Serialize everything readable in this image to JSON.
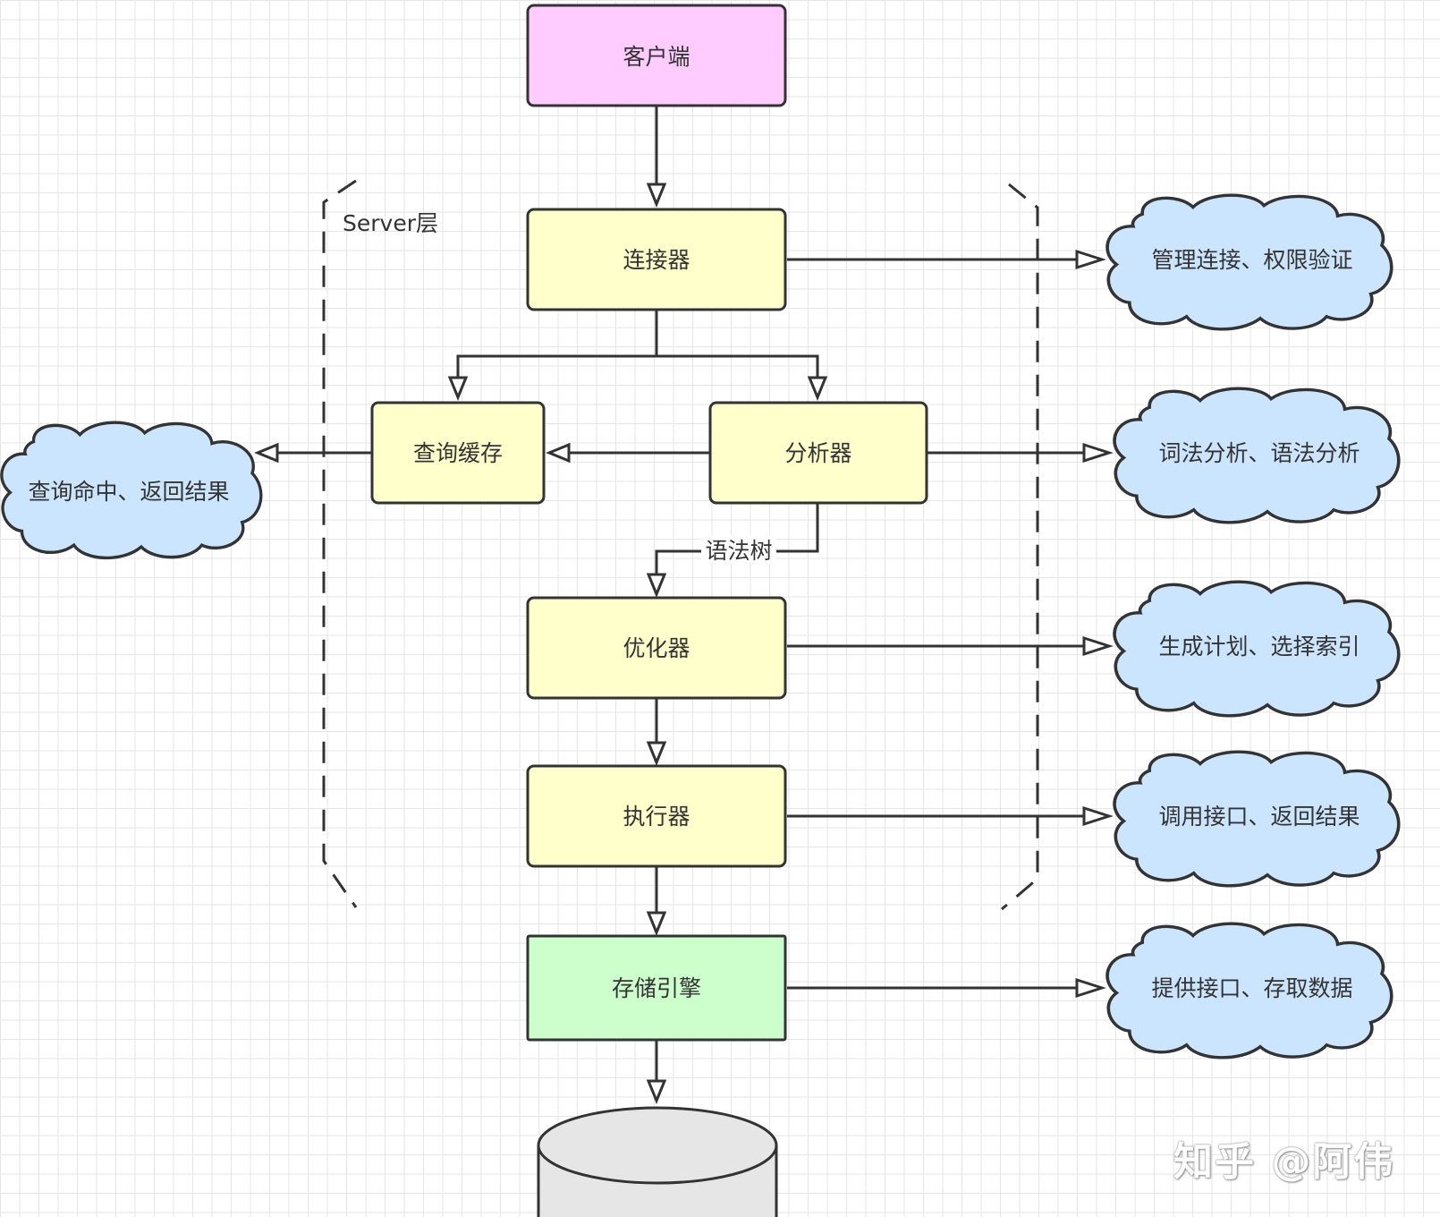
{
  "server_layer_label": "Server层",
  "nodes": {
    "client": {
      "label": "客户端",
      "fill": "#ffccff"
    },
    "connector": {
      "label": "连接器",
      "fill": "#ffffcc"
    },
    "query_cache": {
      "label": "查询缓存",
      "fill": "#ffffcc"
    },
    "analyzer": {
      "label": "分析器",
      "fill": "#ffffcc"
    },
    "optimizer": {
      "label": "优化器",
      "fill": "#ffffcc"
    },
    "executor": {
      "label": "执行器",
      "fill": "#ffffcc"
    },
    "storage_engine": {
      "label": "存储引擎",
      "fill": "#ccffcc"
    },
    "database": {
      "fill": "#e6e6e6"
    }
  },
  "edge_labels": {
    "syntax_tree": "语法树"
  },
  "clouds": {
    "cache_hit": {
      "label": "查询命中、返回结果",
      "fill": "#cce5ff"
    },
    "connector_note": {
      "label": "管理连接、权限验证",
      "fill": "#cce5ff"
    },
    "analyzer_note": {
      "label": "词法分析、语法分析",
      "fill": "#cce5ff"
    },
    "optimizer_note": {
      "label": "生成计划、选择索引",
      "fill": "#cce5ff"
    },
    "executor_note": {
      "label": "调用接口、返回结果",
      "fill": "#cce5ff"
    },
    "storage_note": {
      "label": "提供接口、存取数据",
      "fill": "#cce5ff"
    }
  },
  "watermark": "知乎 @阿伟"
}
